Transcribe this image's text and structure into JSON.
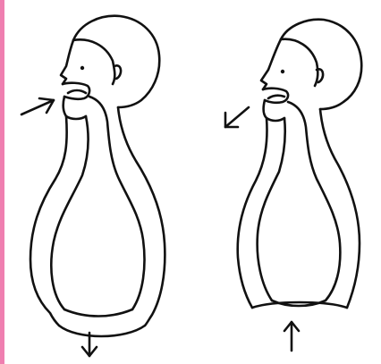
{
  "colors": {
    "ink": "#111111",
    "left_border": "#ef7fb0",
    "background": "#ffffff"
  },
  "figures": [
    {
      "name": "inhalation",
      "mouth": "open",
      "airflow_arrow": "into-mouth",
      "diaphragm_arrow": "down-arrow-icon"
    },
    {
      "name": "exhalation",
      "mouth": "open",
      "airflow_arrow": "out-of-mouth",
      "diaphragm_arrow": "up-arrow-icon"
    }
  ]
}
